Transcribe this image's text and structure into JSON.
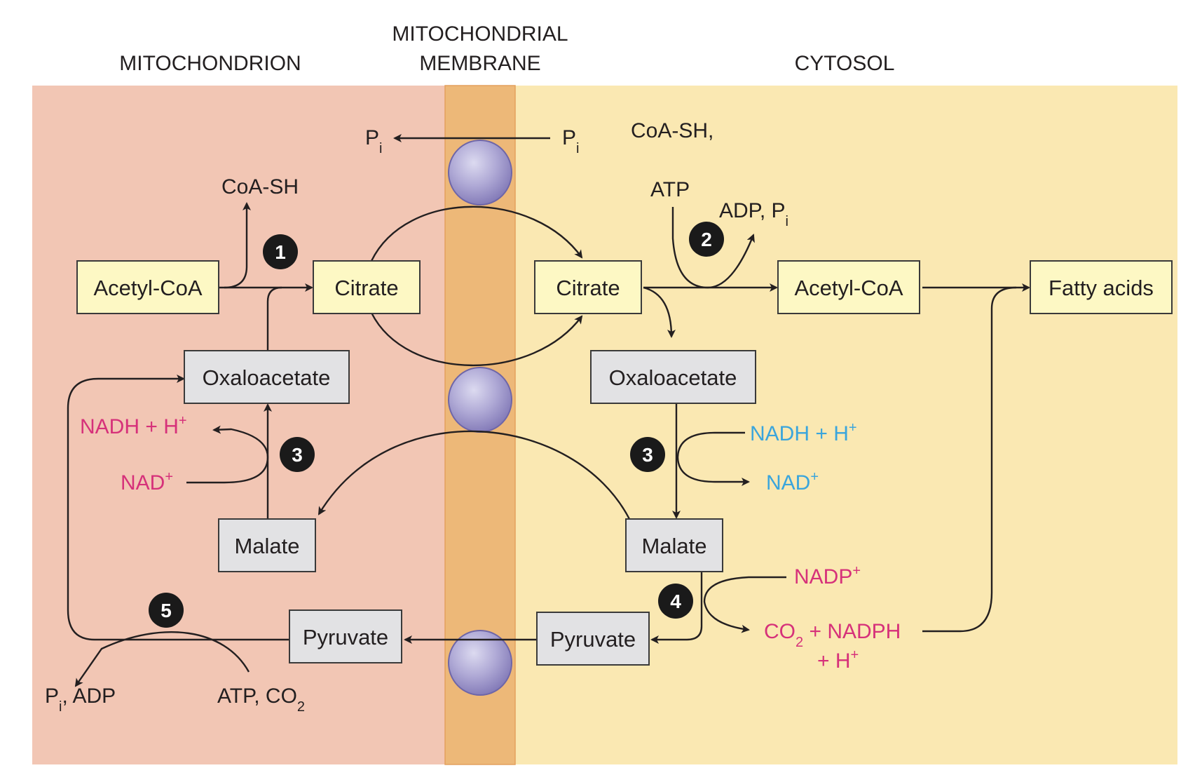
{
  "regions": {
    "mitochondrion": "MITOCHONDRION",
    "membrane_line1": "MITOCHONDRIAL",
    "membrane_line2": "MEMBRANE",
    "cytosol": "CYTOSOL"
  },
  "colors": {
    "mitochondrion_bg": "#f2c6b4",
    "membrane_bg": "#edb878",
    "cytosol_bg": "#fae8b2",
    "yellow_box": "#fdf8c4",
    "gray_box": "#e2e2e4",
    "transporter": "#9f97c8",
    "magenta_text": "#d6317a",
    "blue_text": "#3aa5dc"
  },
  "boxes": {
    "mito_acetyl_coa": "Acetyl-CoA",
    "mito_citrate": "Citrate",
    "mito_oxaloacetate": "Oxaloacetate",
    "mito_malate": "Malate",
    "mito_pyruvate": "Pyruvate",
    "cyto_citrate": "Citrate",
    "cyto_acetyl_coa": "Acetyl-CoA",
    "fatty_acids": "Fatty acids",
    "cyto_oxaloacetate": "Oxaloacetate",
    "cyto_malate": "Malate",
    "cyto_pyruvate": "Pyruvate"
  },
  "labels": {
    "pi_left": "P",
    "pi_left_sub": "i",
    "pi_right": "P",
    "pi_right_sub": "i",
    "mito_coa_sh": "CoA-SH",
    "cyto_coa_sh": "CoA-SH,",
    "atp": "ATP",
    "adp_pi": "ADP, P",
    "adp_pi_sub": "i",
    "mito_nadh": "NADH + H",
    "mito_nadh_sup": "+",
    "mito_nad": "NAD",
    "mito_nad_sup": "+",
    "cyto_nadh": "NADH + H",
    "cyto_nadh_sup": "+",
    "cyto_nad": "NAD",
    "cyto_nad_sup": "+",
    "nadp": "NADP",
    "nadp_sup": "+",
    "co2_nadph_a": "CO",
    "co2_nadph_sub": "2",
    "co2_nadph_b": " + NADPH",
    "plus_h": "+ H",
    "plus_h_sup": "+",
    "pi_adp_a": "P",
    "pi_adp_sub": "i",
    "pi_adp_b": ", ADP",
    "atp_co2_a": "ATP, CO",
    "atp_co2_sub": "2"
  },
  "steps": [
    "1",
    "2",
    "3",
    "3",
    "4",
    "5"
  ]
}
